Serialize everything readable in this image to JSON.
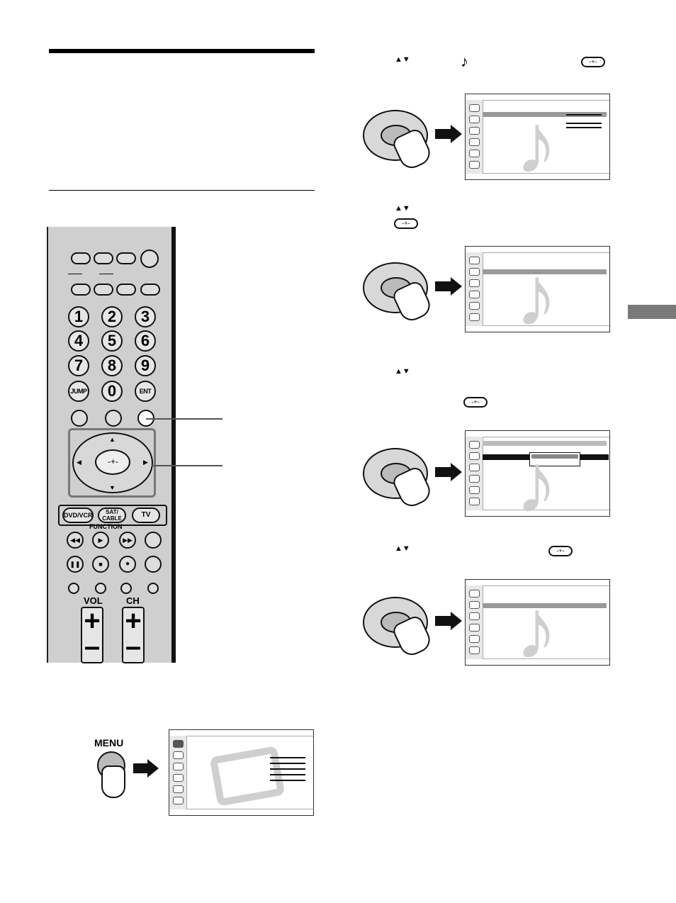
{
  "remote": {
    "numbers": [
      "1",
      "2",
      "3",
      "4",
      "5",
      "6",
      "7",
      "8",
      "9",
      "JUMP",
      "0",
      "ENT"
    ],
    "function_buttons": [
      "DVD/VCR",
      "SAT/\nCABLE",
      "TV"
    ],
    "function_label": "FUNCTION",
    "vol_label": "VOL",
    "ch_label": "CH"
  },
  "menu_button": {
    "label": "MENU"
  }
}
